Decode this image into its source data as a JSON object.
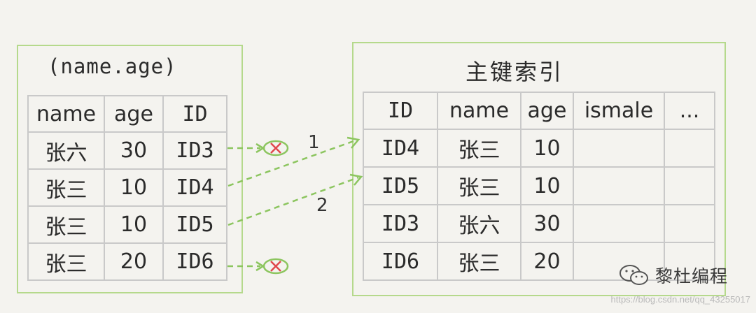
{
  "left_index": {
    "title": "(name.age)",
    "headers": [
      "name",
      "age",
      "ID"
    ],
    "rows": [
      [
        "张六",
        "30",
        "ID3"
      ],
      [
        "张三",
        "10",
        "ID4"
      ],
      [
        "张三",
        "10",
        "ID5"
      ],
      [
        "张三",
        "20",
        "ID6"
      ]
    ]
  },
  "primary_index": {
    "title": "主键索引",
    "headers": [
      "ID",
      "name",
      "age",
      "ismale",
      "..."
    ],
    "rows": [
      [
        "ID4",
        "张三",
        "10",
        "",
        ""
      ],
      [
        "ID5",
        "张三",
        "10",
        "",
        ""
      ],
      [
        "ID3",
        "张六",
        "30",
        "",
        ""
      ],
      [
        "ID6",
        "张三",
        "20",
        "",
        ""
      ]
    ]
  },
  "arrows": [
    {
      "from": "ID4",
      "to": "ID4",
      "label": "1"
    },
    {
      "from": "ID5",
      "to": "ID5",
      "label": "2"
    }
  ],
  "rejected_rows": [
    "ID3",
    "ID6"
  ],
  "colors": {
    "panel_border": "#b5d98c",
    "arrow": "#8cc55f",
    "reject_mark": "#e0464b"
  },
  "watermark": {
    "brand": "黎杜编程",
    "url": "https://blog.csdn.net/qq_43255017"
  }
}
